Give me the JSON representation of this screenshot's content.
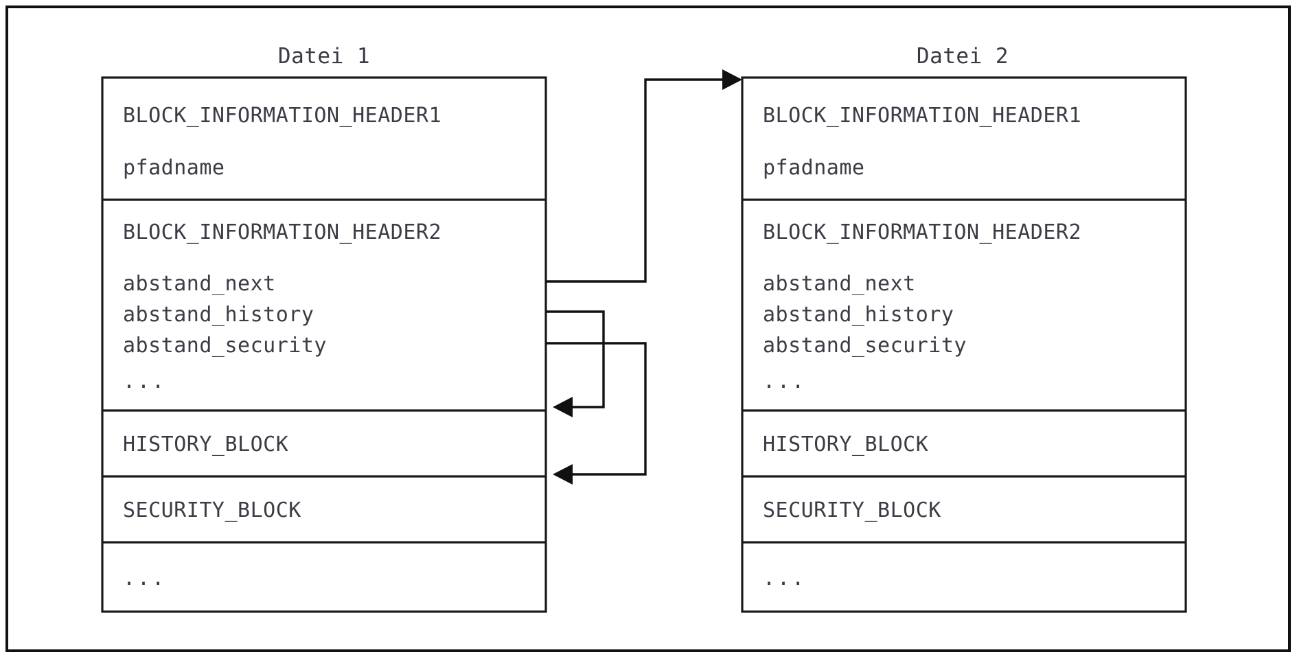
{
  "diagram": {
    "title": "Datei-Blockstruktur mit Abstandsverweisen",
    "background_color": "#ffffff",
    "line_color": "#111111",
    "text_color": "#3c3c46"
  },
  "files": [
    {
      "id": "datei-1",
      "title": "Datei 1",
      "sections": [
        {
          "id": "header1",
          "name": "BLOCK_INFORMATION_HEADER1",
          "fields": [
            "pfadname"
          ]
        },
        {
          "id": "header2",
          "name": "BLOCK_INFORMATION_HEADER2",
          "fields": [
            "abstand_next",
            "abstand_history",
            "abstand_security",
            "..."
          ]
        },
        {
          "id": "history",
          "name": "HISTORY_BLOCK",
          "fields": []
        },
        {
          "id": "security",
          "name": "SECURITY_BLOCK",
          "fields": []
        },
        {
          "id": "rest",
          "name": "...",
          "fields": []
        }
      ]
    },
    {
      "id": "datei-2",
      "title": "Datei 2",
      "sections": [
        {
          "id": "header1",
          "name": "BLOCK_INFORMATION_HEADER1",
          "fields": [
            "pfadname"
          ]
        },
        {
          "id": "header2",
          "name": "BLOCK_INFORMATION_HEADER2",
          "fields": [
            "abstand_next",
            "abstand_history",
            "abstand_security",
            "..."
          ]
        },
        {
          "id": "history",
          "name": "HISTORY_BLOCK",
          "fields": []
        },
        {
          "id": "security",
          "name": "SECURITY_BLOCK",
          "fields": []
        },
        {
          "id": "rest",
          "name": "...",
          "fields": []
        }
      ]
    }
  ],
  "labels": {
    "file1_title": "Datei 1",
    "file2_title": "Datei 2",
    "f1_header1": "BLOCK_INFORMATION_HEADER1",
    "f1_pfadname": "pfadname",
    "f1_header2": "BLOCK_INFORMATION_HEADER2",
    "f1_abstand_next": "abstand_next",
    "f1_abstand_history": "abstand_history",
    "f1_abstand_security": "abstand_security",
    "f1_ellipsis_header2": "...",
    "f1_history_block": "HISTORY_BLOCK",
    "f1_security_block": "SECURITY_BLOCK",
    "f1_ellipsis_rest": "...",
    "f2_header1": "BLOCK_INFORMATION_HEADER1",
    "f2_pfadname": "pfadname",
    "f2_header2": "BLOCK_INFORMATION_HEADER2",
    "f2_abstand_next": "abstand_next",
    "f2_abstand_history": "abstand_history",
    "f2_abstand_security": "abstand_security",
    "f2_ellipsis_header2": "...",
    "f2_history_block": "HISTORY_BLOCK",
    "f2_security_block": "SECURITY_BLOCK",
    "f2_ellipsis_rest": "..."
  },
  "connectors": [
    {
      "id": "next-pointer",
      "from": "datei-1.abstand_next",
      "to": "datei-2.top",
      "arrow": "right"
    },
    {
      "id": "history-pointer",
      "from": "datei-1.abstand_history",
      "to": "datei-1.history_block",
      "arrow": "left"
    },
    {
      "id": "security-pointer",
      "from": "datei-1.abstand_security",
      "to": "datei-1.security_block",
      "arrow": "left"
    }
  ]
}
